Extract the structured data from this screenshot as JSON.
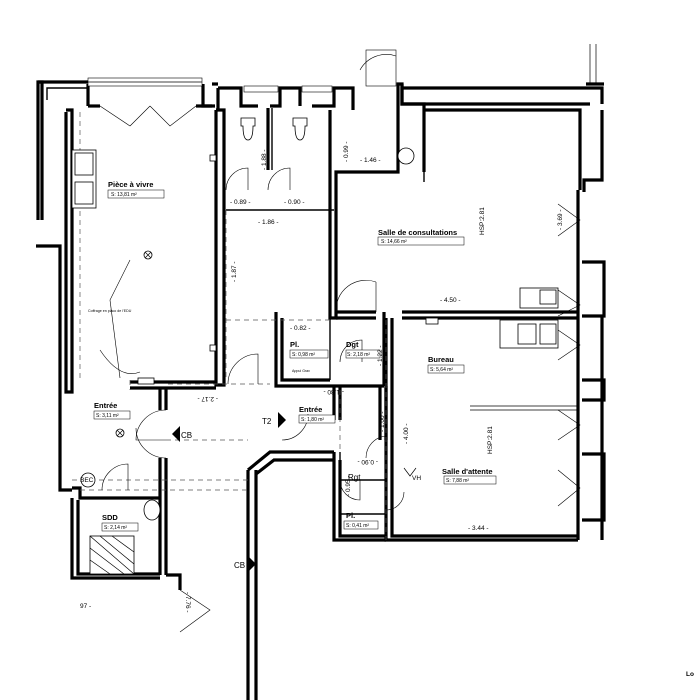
{
  "rooms": {
    "piece_a_vivre": {
      "name": "Pièce à vivre",
      "area": "S:     13,81 m²"
    },
    "salle_consultations": {
      "name": "Salle de consultations",
      "area": "S:              14,66 m²",
      "hsp": "HSP:2.81"
    },
    "placard1": {
      "name": "Pl.",
      "area": "S: 0,98 m²"
    },
    "degagement": {
      "name": "Dgt",
      "area": "S: 2,18 m²"
    },
    "bureau": {
      "name": "Bureau",
      "area": "S: 5,64 m²"
    },
    "entree1": {
      "name": "Entrée",
      "area": "S: 3,11 m²"
    },
    "entree2": {
      "name": "Entrée",
      "area": "S: 1,80 m²"
    },
    "salle_attente": {
      "name": "Salle d'attente",
      "area": "S:          7,88 m²",
      "hsp": "HSP:2.81"
    },
    "sdd": {
      "name": "SDD",
      "area": "S: 2,14 m²"
    },
    "placard2": {
      "name": "Pl.",
      "area": "S: 0,41 m²"
    }
  },
  "dimensions": {
    "d146": "- 1.46 -",
    "d099": "- 0.99 -",
    "d188": "- 1.88 -",
    "d089": "- 0.89 -",
    "d090": "- 0.90 -",
    "d186": "- 1.86 -",
    "d187": "- 1.87 -",
    "d369": "- 3.69 -",
    "d450": "- 4.50 -",
    "d082": "- 0.82 -",
    "d122": "- 1.22 -",
    "d217": "- 2.17 -",
    "d180": "- 1.80 -",
    "d100": "- 1.00 -",
    "d400": "- 4.00 -",
    "d090b": "- 0.90 -",
    "d095": "- 0.95 -",
    "d344": "- 3.44 -",
    "d776": "- 7.76 -",
    "d97": "97 -"
  },
  "markers": {
    "cb1": "CB",
    "cb2": "CB",
    "t2": "T2",
    "bec": "BEC",
    "rgt": "Rgt",
    "vh": "VH"
  },
  "notes": {
    "coffret": "Coffrage en placo de l'EDU",
    "appui": "Appui Grav"
  },
  "edge_text": "Lo"
}
